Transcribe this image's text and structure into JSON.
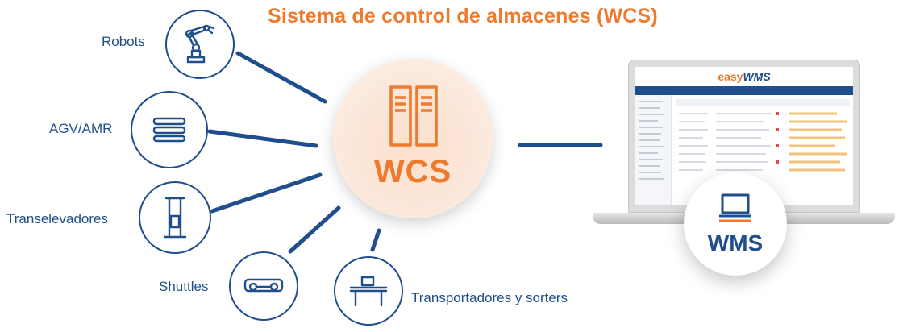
{
  "title": "Sistema de control de almacenes (WCS)",
  "center": {
    "label": "WCS"
  },
  "target": {
    "label": "WMS",
    "brand_part1": "easy",
    "brand_part2": "WMS"
  },
  "nodes": [
    {
      "id": "robots",
      "label": "Robots",
      "icon": "robot-arm-icon"
    },
    {
      "id": "agv",
      "label": "AGV/AMR",
      "icon": "agv-icon"
    },
    {
      "id": "transelevadores",
      "label": "Transelevadores",
      "icon": "stacker-crane-icon"
    },
    {
      "id": "shuttles",
      "label": "Shuttles",
      "icon": "shuttle-icon"
    },
    {
      "id": "transportadores",
      "label": "Transportadores y sorters",
      "icon": "conveyor-icon"
    }
  ],
  "colors": {
    "accent": "#ee7a2f",
    "navy": "#1f4e8c",
    "peach": "#fde0cb"
  }
}
